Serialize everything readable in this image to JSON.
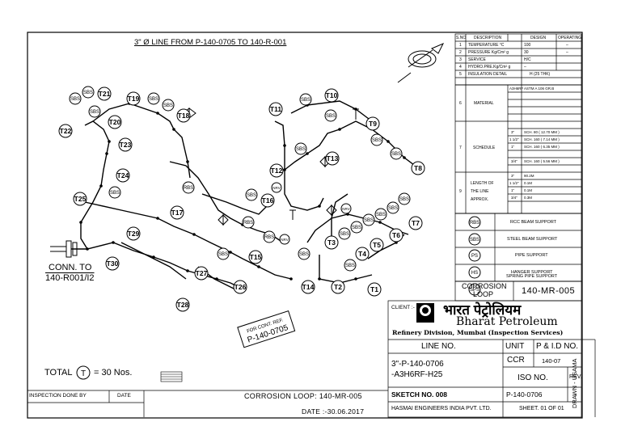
{
  "title": "3\" Ø LINE FROM P-140-0705 TO 140-R-001",
  "conn_to": {
    "line1": "CONN. TO",
    "line2": "140-R001/I2"
  },
  "for_cont_ref": {
    "line1": "FOR CONT. REF.",
    "line2": "P-140-0705"
  },
  "total": {
    "prefix": "TOTAL",
    "symbol": "T",
    "suffix": "= 30 Nos."
  },
  "inspection": {
    "done_by": "INSPECTION DONE BY",
    "date": "DATE"
  },
  "corrosion_loop_footer": "CORROSION LOOP: 140-MR-005",
  "date_footer": "DATE :-30.06.2017",
  "drawn": "DRAWN - USAMA",
  "spec_table": {
    "headers": [
      "S.NO",
      "DESCRIPTION",
      "DESIGN",
      "OPERATING"
    ],
    "rows": [
      {
        "no": "1",
        "desc": "TEMPERATURE °C",
        "design": "100",
        "oper": "–"
      },
      {
        "no": "2",
        "desc": "PRESSURE Kg/Cm² g",
        "design": "30",
        "oper": "–"
      },
      {
        "no": "3",
        "desc": "SERVICE",
        "design": "H/C",
        "oper": ""
      },
      {
        "no": "4",
        "desc": "HYDRO.PRE.Kg/Cm² g",
        "design": "–",
        "oper": ""
      },
      {
        "no": "5",
        "desc": "INSULATION DETAIL",
        "design": "H (25 THK)",
        "oper": ""
      }
    ],
    "material": {
      "no": "6",
      "label": "MATERIAL",
      "grade": "A3H6RF",
      "spec": "ASTM A 106 GR.B"
    },
    "schedule": {
      "no": "7",
      "label": "SCHEDULE",
      "rows": [
        {
          "size": "3\"",
          "value": "SCH. 80 ( 12.70 MM )"
        },
        {
          "size": "1 1/2\"",
          "value": "SCH. 160 ( 7.14 MM )"
        },
        {
          "size": "1\"",
          "value": "SCH. 160 ( 6.35 MM )"
        },
        {
          "size": "3/4\"",
          "value": "SCH. 160 ( 5.56 MM )"
        }
      ]
    },
    "length": {
      "no": "9",
      "label1": "LENGTH OF",
      "label2": "THE LINE",
      "label3": "APPROX.",
      "rows": [
        {
          "size": "3\"",
          "value": "90.2M"
        },
        {
          "size": "1 1/2\"",
          "value": "0.1M"
        },
        {
          "size": "1\"",
          "value": "0.1M"
        },
        {
          "size": "3/4\"",
          "value": "0.3M"
        }
      ]
    }
  },
  "legend": [
    {
      "symbol": "RBS",
      "label": "RCC BEAM SUPPORT"
    },
    {
      "symbol": "SBS",
      "label": "STEEL BEAM SUPPORT"
    },
    {
      "symbol": "PS",
      "label": "PIPE SUPPORT"
    },
    {
      "symbol": "HS",
      "label": "HANGER SUPPORT"
    },
    {
      "symbol": "SPS",
      "label": "SPRING PIPE SUPPORT"
    }
  ],
  "corrosion_loop": {
    "label1": "CORROSION",
    "label2": "LOOP",
    "value": "140-MR-005"
  },
  "client": {
    "label": "CLIENT :-",
    "hindi": "भारत पेट्रोलियम",
    "name": "Bharat Petroleum",
    "division": "Refinery Division, Mumbai (Inspection Services)"
  },
  "title_block": {
    "line_no_header": "LINE NO.",
    "unit_header": "UNIT",
    "pid_header": "P & I.D NO.",
    "line_no1": "3\"-P-140-0706",
    "line_no2": "-A3H6RF-H25",
    "unit": "CCR",
    "pid": "140-07",
    "iso_header": "ISO NO.",
    "rev_header": "REV.",
    "sketch": "SKETCH NO. 008",
    "iso": "P-140-0706",
    "rev": "–",
    "company": "HASMAI ENGINEERS INDIA PVT. LTD.",
    "sheet": "SHEET. 01 OF 01"
  },
  "tags": [
    "T1",
    "T2",
    "T3",
    "T4",
    "T5",
    "T6",
    "T7",
    "T8",
    "T9",
    "T10",
    "T11",
    "T12",
    "T13",
    "T14",
    "T15",
    "T16",
    "T17",
    "T18",
    "T19",
    "T20",
    "T21",
    "T22",
    "T23",
    "T24",
    "T25",
    "T26",
    "T27",
    "T28",
    "T29",
    "T30"
  ],
  "supports": [
    "SBS",
    "RBS",
    "PS",
    "HS",
    "SPS",
    "NRV"
  ]
}
